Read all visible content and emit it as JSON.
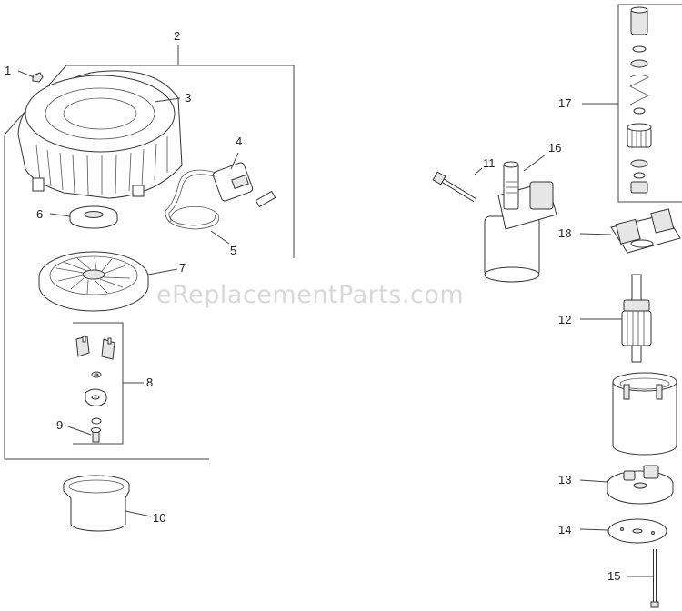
{
  "watermark": "eReplacementParts.com",
  "callouts": [
    {
      "id": "c1",
      "label": "1"
    },
    {
      "id": "c2",
      "label": "2"
    },
    {
      "id": "c3",
      "label": "3"
    },
    {
      "id": "c4",
      "label": "4"
    },
    {
      "id": "c5",
      "label": "5"
    },
    {
      "id": "c6",
      "label": "6"
    },
    {
      "id": "c7",
      "label": "7"
    },
    {
      "id": "c8",
      "label": "8"
    },
    {
      "id": "c9",
      "label": "9"
    },
    {
      "id": "c10",
      "label": "10"
    },
    {
      "id": "c11",
      "label": "11"
    },
    {
      "id": "c12",
      "label": "12"
    },
    {
      "id": "c13",
      "label": "13"
    },
    {
      "id": "c14",
      "label": "14"
    },
    {
      "id": "c15",
      "label": "15"
    },
    {
      "id": "c16",
      "label": "16"
    },
    {
      "id": "c17",
      "label": "17"
    },
    {
      "id": "c18",
      "label": "18"
    }
  ]
}
